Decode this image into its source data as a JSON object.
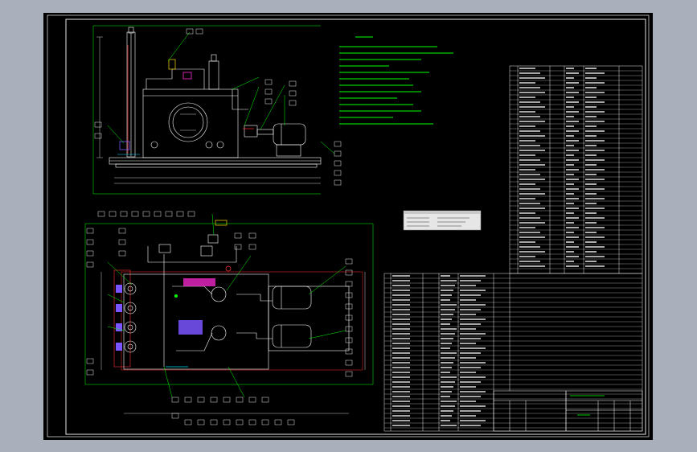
{
  "colors": {
    "background": "#a9b0bb",
    "sheet": "#000000",
    "linework": "#ffffff",
    "outline": "#cfcfcf",
    "annotation": "#00ff00",
    "magenta": "#ff2bd6",
    "purple": "#7a55ff",
    "red": "#ff3030",
    "yellow": "#ffd600",
    "cyan": "#00e0ff"
  },
  "icons": {
    "pressure_gauge": "circle-dial",
    "motor": "rounded-cylinder",
    "valve": "bowtie"
  }
}
